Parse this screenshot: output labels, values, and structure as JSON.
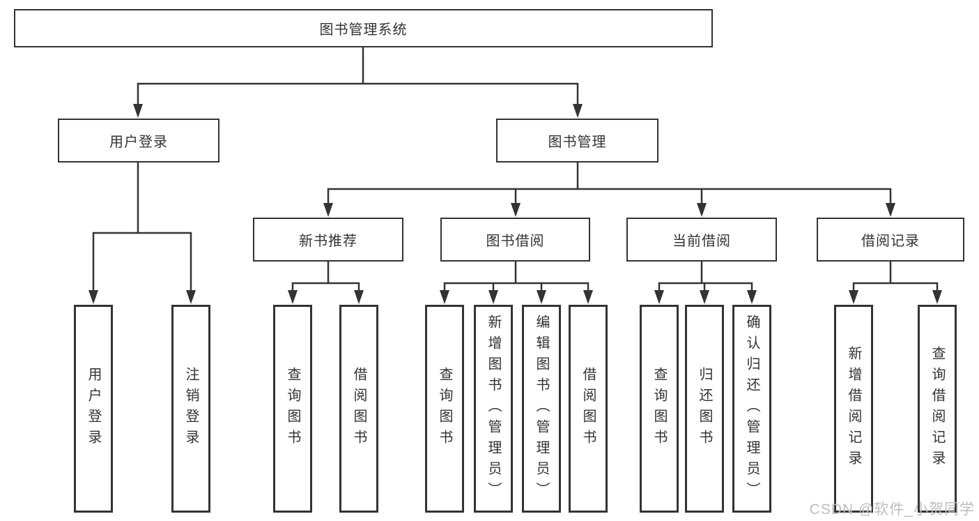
{
  "diagram": {
    "root": {
      "label": "图书管理系统"
    },
    "branches": [
      {
        "label": "用户登录",
        "children": [
          {
            "label": "用户登录"
          },
          {
            "label": "注销登录"
          }
        ]
      },
      {
        "label": "图书管理",
        "children": [
          {
            "label": "新书推荐",
            "children": [
              {
                "label": "查询图书"
              },
              {
                "label": "借阅图书"
              }
            ]
          },
          {
            "label": "图书借阅",
            "children": [
              {
                "label": "查询图书"
              },
              {
                "label": "新增图书（管理员）"
              },
              {
                "label": "编辑图书（管理员）"
              },
              {
                "label": "借阅图书"
              }
            ]
          },
          {
            "label": "当前借阅",
            "children": [
              {
                "label": "查询图书"
              },
              {
                "label": "归还图书"
              },
              {
                "label": "确认归还（管理员）"
              }
            ]
          },
          {
            "label": "借阅记录",
            "children": [
              {
                "label": "新增借阅记录"
              },
              {
                "label": "查询借阅记录"
              }
            ]
          }
        ]
      }
    ]
  },
  "watermark": {
    "text": "CSDN @软件_小贺同学",
    "color": "#bdbdbd"
  },
  "colors": {
    "line": "#333333",
    "box_border": "#333333",
    "text": "#333333",
    "background": "#ffffff"
  }
}
